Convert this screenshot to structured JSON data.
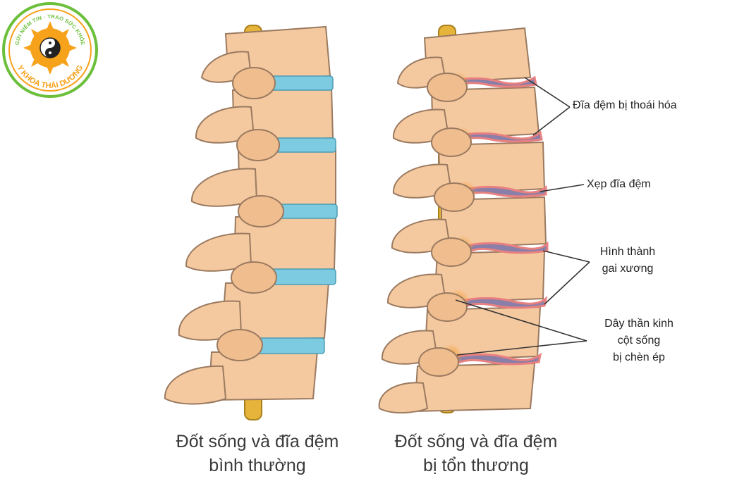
{
  "logo": {
    "brand_text": "Y KHOA THÁI DƯƠNG",
    "slogan_text": "GỬI NIỀM TIN · TRAO SỨC KHỎE",
    "colors": {
      "ring": "#6cbf3a",
      "sun": "#f7a21b",
      "text_dark": "#8a5a00"
    }
  },
  "captions": {
    "normal": {
      "line1": "Đốt sống và đĩa đệm",
      "line2": "bình thường"
    },
    "damaged": {
      "line1": "Đốt sống và đĩa đệm",
      "line2": "bị tổn thương"
    }
  },
  "callouts": {
    "degenerated_disc": "Đĩa đệm bị thoái hóa",
    "collapsed_disc": "Xẹp đĩa đệm",
    "bone_spur": {
      "line1": "Hình thành",
      "line2": "gai xương"
    },
    "nerve": {
      "line1": "Dây thần kinh",
      "line2": "cột sống",
      "line3": "bị chèn ép"
    }
  },
  "colors": {
    "bone": "#f5c9a0",
    "bone_outline": "#9a7a60",
    "healthy_disc": "#7ccbe0",
    "nerve": "#e6b43a",
    "damaged_disc": "#8a7fa8",
    "inflammation": "#e98080"
  }
}
